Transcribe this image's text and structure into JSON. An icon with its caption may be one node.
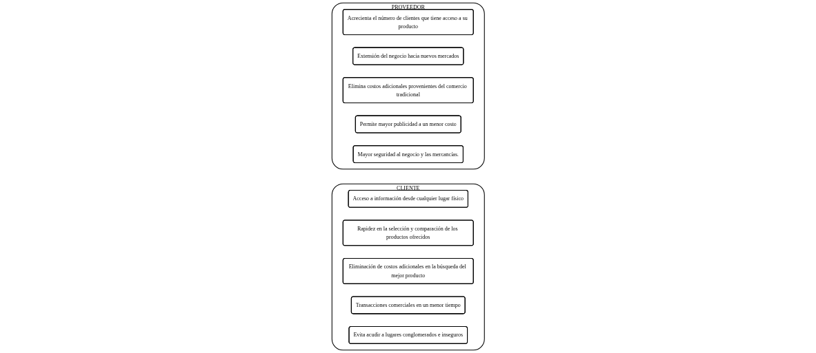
{
  "diagram": {
    "nodes": [
      {
        "text": [
          "CLIENTE"
        ]
      },
      {
        "text": [
          "Acceso a información desde cualquier lugar físico"
        ],
        "in": 0
      },
      {
        "text": [
          "Rapidez en la selección y comparación de los productos ofrecidos"
        ],
        "in": 0
      },
      {
        "text": [
          "Eliminación de costos adicionales en la búsqueda del mejor producto"
        ],
        "in": 0
      },
      {
        "text": [
          "Transacciones comerciales en un menor tiempo"
        ],
        "in": 0
      },
      {
        "text": [
          "Evita acudir a lugares conglomerados e inseguros"
        ],
        "in": 0
      },
      {
        "text": [
          "PROVEEDOR"
        ]
      },
      {
        "text": [
          "Acrecienta el número de clientes que tiene acceso a su producto"
        ],
        "in": 6
      },
      {
        "text": [
          "Extensión del negocio hacia nuevos mercados"
        ],
        "in": 6
      },
      {
        "text": [
          "Elimina costos adicionales provenientes del comercio tradicional"
        ],
        "in": 6
      },
      {
        "text": [
          "Permite mayor publicidad a un menor costo"
        ],
        "in": 6
      },
      {
        "text": [
          "Mayor seguridad al negocio y las mercancías."
        ],
        "in": 6
      }
    ]
  }
}
